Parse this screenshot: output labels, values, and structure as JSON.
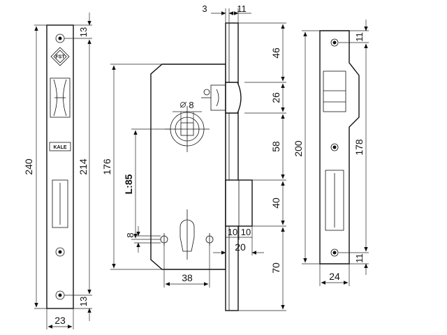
{
  "faceplate_front": {
    "dims": {
      "total_height": "240",
      "hole_span": "214",
      "top_offset": "13",
      "bottom_offset": "13",
      "width": "23"
    },
    "logos": {
      "top": "FST",
      "middle": "KALE"
    }
  },
  "lock_body": {
    "dims": {
      "plate_thickness": "3",
      "case_offset": "11",
      "top_to_latch": "46",
      "latch_height": "26",
      "latch_to_deadbolt": "58",
      "deadbolt_height": "40",
      "bottom": "70",
      "body_height": "176",
      "backset": "L:85",
      "spindle_diameter": "8",
      "screw_hole": "8",
      "screw_spacing": "38",
      "deadbolt_throw": "20",
      "deadbolt_step_1": "10",
      "deadbolt_step_2": "10"
    }
  },
  "strike_plate": {
    "dims": {
      "total_height": "200",
      "hole_span": "178",
      "top_offset": "11",
      "bottom_offset": "11",
      "width": "24"
    }
  }
}
